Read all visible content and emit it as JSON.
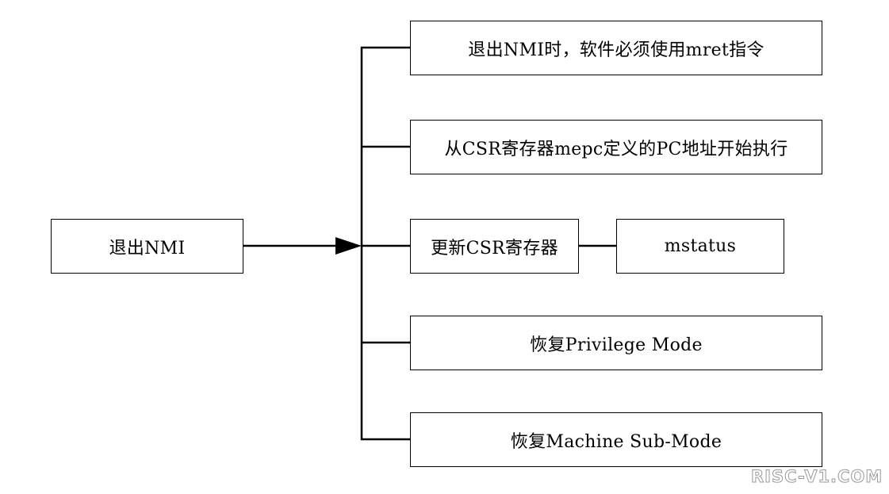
{
  "diagram": {
    "source_label": "退出NMI",
    "actions": [
      "退出NMI时，软件必须使用mret指令",
      "从CSR寄存器mepc定义的PC地址开始执行",
      "更新CSR寄存器",
      "恢复Privilege Mode",
      "恢复Machine Sub-Mode"
    ],
    "csr_register": "mstatus"
  },
  "watermark": "RISC-V1.COM"
}
